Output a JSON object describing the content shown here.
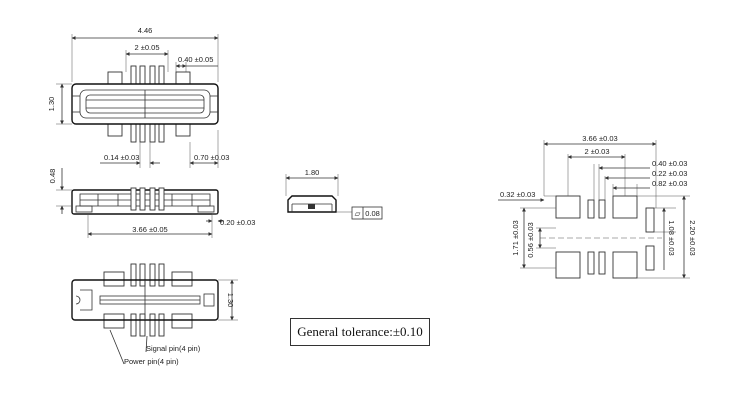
{
  "top_view": {
    "dim_overall_length": "4.46",
    "dim_pitch": "2 ±0.05",
    "dim_pin_width": "0.40 ±0.05",
    "dim_height": "1.30",
    "dim_gap": "0.14 ±0.03",
    "dim_pad_width": "0.70 ±0.03"
  },
  "side_view": {
    "dim_thickness": "0.48",
    "dim_offset": "0.20 ±0.03",
    "dim_body_length": "3.66 ±0.05"
  },
  "end_view": {
    "dim_width": "1.80",
    "flatness_symbol": "▱",
    "flatness_value": "0.08"
  },
  "bottom_view": {
    "dim_height": "1.30",
    "label_signal_pin": "Signal pin(4 pin)",
    "label_power_pin": "Power pin(4 pin)"
  },
  "footprint": {
    "dim_total": "3.66 ±0.03",
    "dim_pitch": "2 ±0.03",
    "dim_pad_gap": "0.40 ±0.03",
    "dim_pad_small": "0.22 ±0.03",
    "dim_pad_large": "0.82 ±0.03",
    "dim_end_pad": "0.32 ±0.03",
    "dim_span": "1.71 ±0.03",
    "dim_inner": "0.56 ±0.03",
    "dim_pad_length": "1.08 ±0.03",
    "dim_overall_height": "2.20 ±0.03"
  },
  "general_tolerance": "General tolerance:±0.10"
}
